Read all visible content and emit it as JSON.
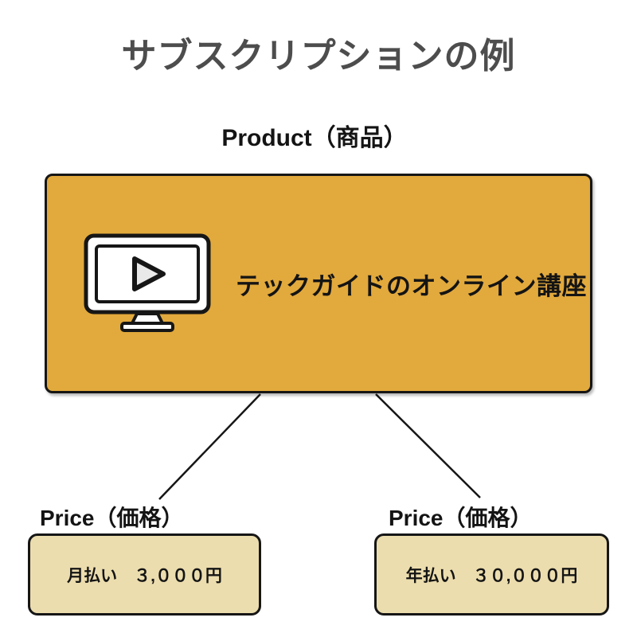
{
  "page": {
    "title": "サブスクリプションの例"
  },
  "product": {
    "label": "Product（商品）",
    "name": "テックガイドのオンライン講座",
    "icon": "video-monitor-icon"
  },
  "prices": [
    {
      "label": "Price（価格）",
      "value": "月払い　３,０００円"
    },
    {
      "label": "Price（価格）",
      "value": "年払い　３０,０００円"
    }
  ],
  "colors": {
    "product_box": "#E2A93C",
    "price_box": "#ECDDAE",
    "border": "#161616",
    "title_text": "#4D4D4D",
    "body_text": "#141414",
    "play_triangle": "#E9E9E9"
  }
}
